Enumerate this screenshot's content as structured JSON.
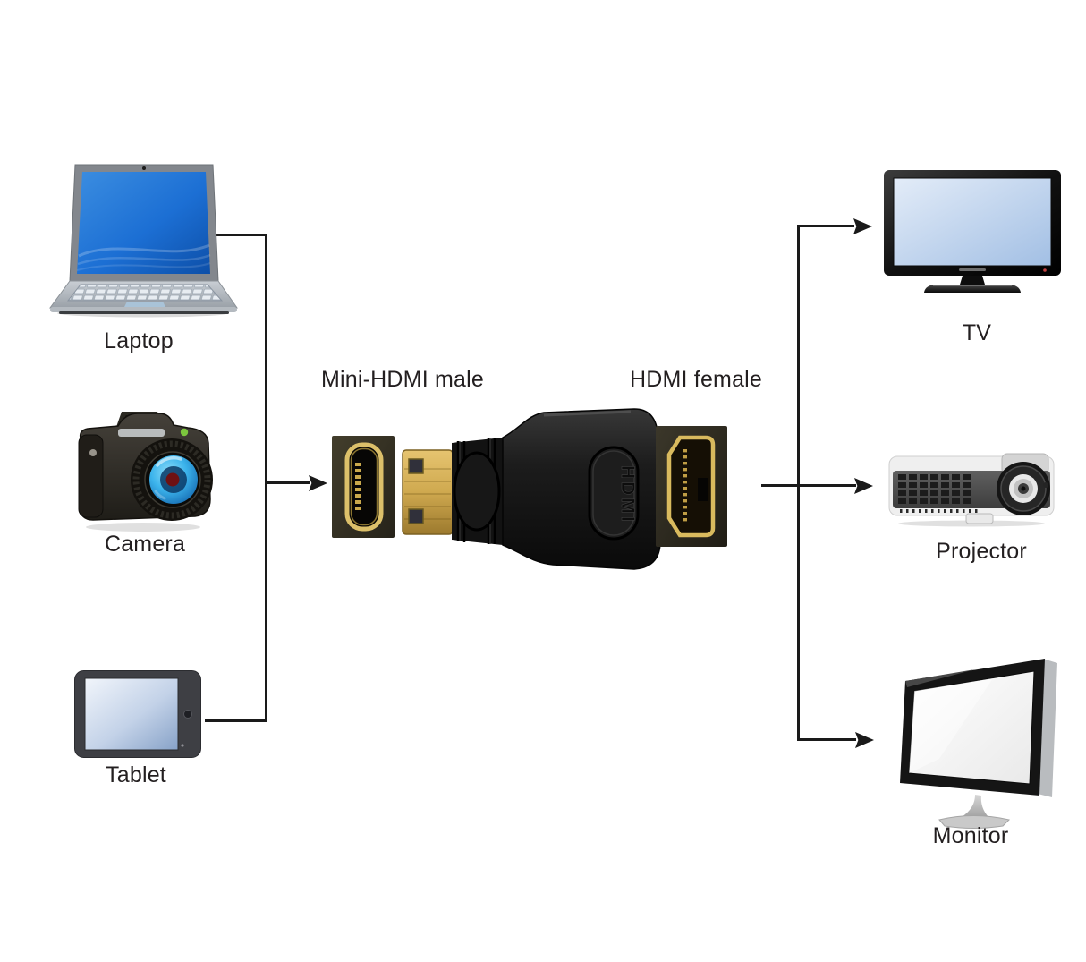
{
  "diagram": {
    "adapter": {
      "left_port_label": "Mini-HDMI male",
      "right_port_label": "HDMI female",
      "embossed_text": "HDMI"
    },
    "sources": [
      {
        "id": "laptop",
        "label": "Laptop"
      },
      {
        "id": "camera",
        "label": "Camera"
      },
      {
        "id": "tablet",
        "label": "Tablet"
      }
    ],
    "displays": [
      {
        "id": "tv",
        "label": "TV"
      },
      {
        "id": "projector",
        "label": "Projector"
      },
      {
        "id": "monitor",
        "label": "Monitor"
      }
    ]
  },
  "colors": {
    "background": "#ffffff",
    "line": "#1a1a1a",
    "label-text": "#231f20",
    "laptop-screen": "#1c6fd4",
    "camera-lens": "#3cb4ec",
    "tablet-frame": "#3e3f44",
    "tv-screen-light": "#e3ecf8",
    "tv-screen-dark": "#a2bfe4",
    "adapter-black": "#141414",
    "connector-gold": "#cfa94f"
  }
}
